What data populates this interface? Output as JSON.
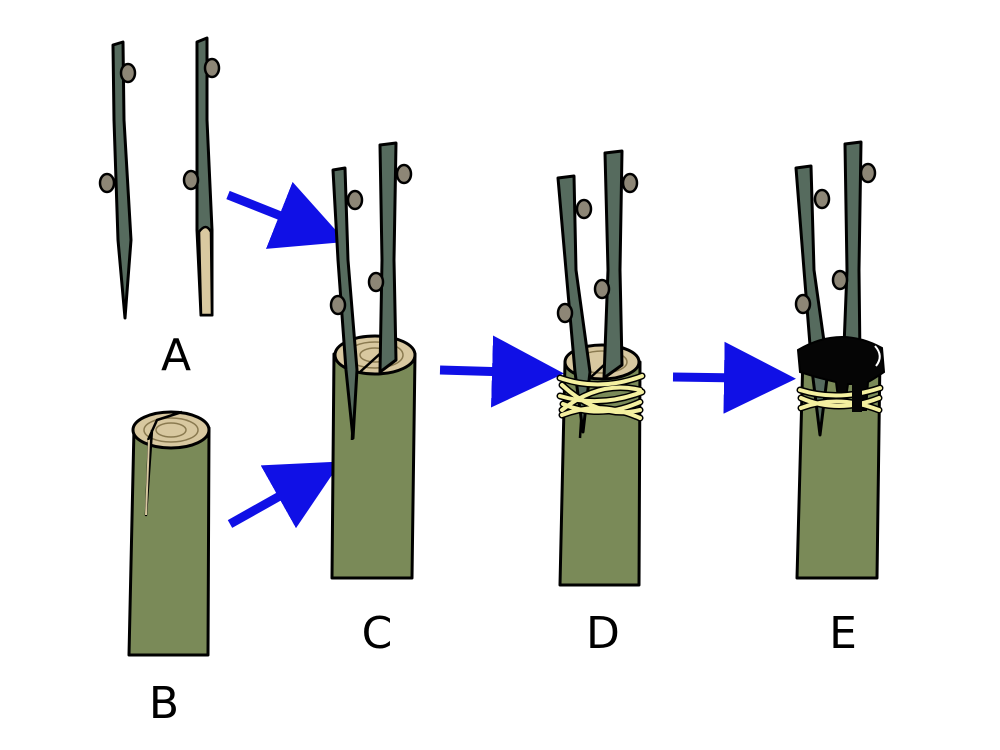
{
  "labels": {
    "a": "A",
    "b": "B",
    "c": "C",
    "d": "D",
    "e": "E"
  },
  "colors": {
    "scion": "#566b5e",
    "bark": "#7a8a58",
    "wood": "#d9c9a0",
    "cut": "#d8c8a0",
    "bud": "#8d8676",
    "string": "#f4f0a0",
    "wax": "#050505",
    "arrow": "#1010e6",
    "outline": "#000000"
  }
}
